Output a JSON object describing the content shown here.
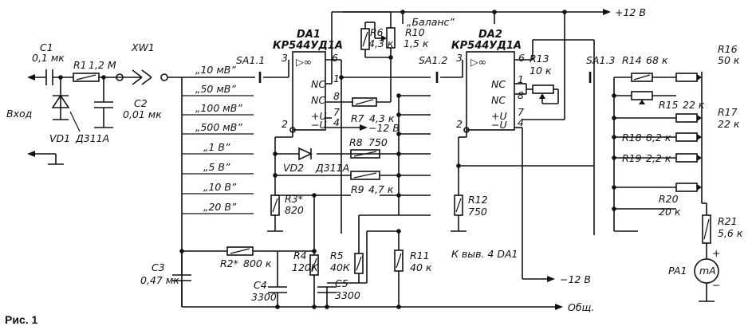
{
  "caption": "Рис. 1",
  "rails": {
    "plus12": "+12 В",
    "minus12_da1": "−12 В",
    "minus12_out": "−12 В",
    "common": "Общ."
  },
  "input": {
    "label": "Вход"
  },
  "note_pin4": "К выв. 4 DA1",
  "switch_labels": {
    "sa11": "SA1.1",
    "sa12": "SA1.2",
    "sa13": "SA1.3"
  },
  "ranges": [
    "„10 мВ”",
    "„50 мВ”",
    "„100 мВ”",
    "„500 мВ”",
    "„1 В”",
    "„5 В”",
    "„10 В”",
    "„20 В”"
  ],
  "chips": {
    "da1": {
      "ref": "DA1",
      "part": "КР544УД1А",
      "sym": "▷∞",
      "pins": {
        "p3": "3",
        "p6": "6",
        "p1": "1",
        "p8": "8",
        "p7": "7",
        "p4": "4",
        "p2": "2"
      },
      "nc1": "NC",
      "nc2": "NC",
      "vp": "+U",
      "vm": "−U"
    },
    "da2": {
      "ref": "DA2",
      "part": "КР544УД1А",
      "sym": "▷∞",
      "pins": {
        "p3": "3",
        "p6": "6",
        "p1": "1",
        "p8": "8",
        "p7": "7",
        "p4": "4",
        "p2": "2"
      },
      "nc1": "NC",
      "nc2": "NC",
      "vp": "+U",
      "vm": "−U"
    }
  },
  "components": {
    "C1": {
      "ref": "C1",
      "val": "0,1 мк"
    },
    "R1": {
      "ref": "R1",
      "val": "1,2 М"
    },
    "XW1": {
      "ref": "XW1"
    },
    "C2": {
      "ref": "C2",
      "val": "0,01 мк"
    },
    "VD1": {
      "ref": "VD1",
      "val": "Д311А"
    },
    "C3": {
      "ref": "C3",
      "val": "0,47 мк"
    },
    "R2": {
      "ref": "R2*",
      "val": "800 к"
    },
    "R3": {
      "ref": "R3*",
      "val": "820"
    },
    "R4": {
      "ref": "R4",
      "val": "120К"
    },
    "C4": {
      "ref": "C4",
      "val": "3300"
    },
    "R5": {
      "ref": "R5",
      "val": "40К"
    },
    "C5": {
      "ref": "C5",
      "val": "3300"
    },
    "R6": {
      "ref": "R6",
      "val": "4,3 к"
    },
    "R7": {
      "ref": "R7",
      "val": "4,3 к"
    },
    "R8": {
      "ref": "R8",
      "val": "750"
    },
    "R9": {
      "ref": "R9",
      "val": "4,7 к"
    },
    "VD2": {
      "ref": "VD2",
      "val": "Д311А"
    },
    "R10": {
      "ref": "R10",
      "val": "1,5 к",
      "name": "„Баланс”"
    },
    "R11": {
      "ref": "R11",
      "val": "40 к"
    },
    "R12": {
      "ref": "R12",
      "val": "750"
    },
    "R13": {
      "ref": "R13",
      "val": "10 к"
    },
    "R14": {
      "ref": "R14",
      "val": "68 к"
    },
    "R15": {
      "ref": "R15",
      "val": "22 к"
    },
    "R16": {
      "ref": "R16",
      "val": "50 к"
    },
    "R17": {
      "ref": "R17",
      "val": "22 к"
    },
    "R18": {
      "ref": "R18",
      "val": "8,2 к"
    },
    "R19": {
      "ref": "R19",
      "val": "2,2 к"
    },
    "R20": {
      "ref": "R20",
      "val": "20 к"
    },
    "R21": {
      "ref": "R21",
      "val": "5,6 к"
    },
    "PA1": {
      "ref": "PA1",
      "sym": "mA",
      "plus": "+",
      "minus": "−"
    }
  }
}
